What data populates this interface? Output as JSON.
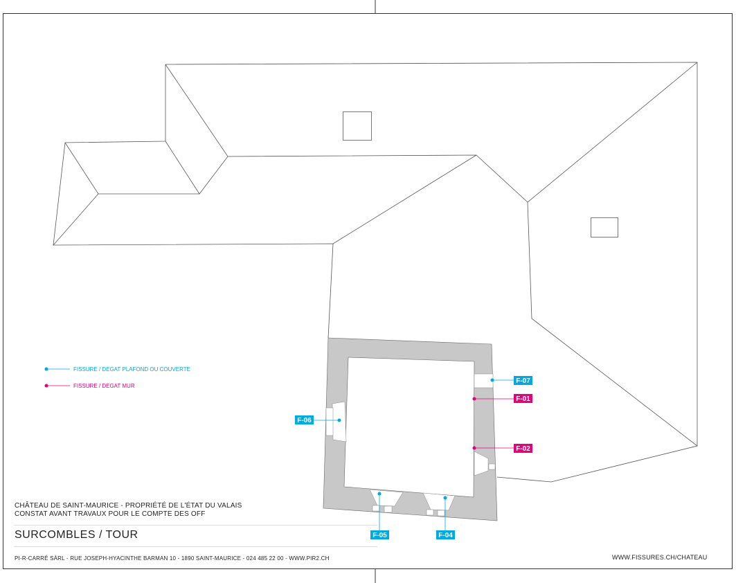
{
  "colors": {
    "ceiling": "#00a9e0",
    "wall": "#e5007e",
    "wall_fill": "#c8c8c8",
    "line": "#555555"
  },
  "legend": [
    {
      "label": "FISSURE / DEGAT PLAFOND OU COUVERTE",
      "kind": "ceiling"
    },
    {
      "label": "FISSURE / DEGAT MUR",
      "kind": "wall"
    }
  ],
  "markers": [
    {
      "id": "F-01",
      "kind": "wall"
    },
    {
      "id": "F-02",
      "kind": "wall"
    },
    {
      "id": "F-04",
      "kind": "ceiling"
    },
    {
      "id": "F-05",
      "kind": "ceiling"
    },
    {
      "id": "F-06",
      "kind": "ceiling"
    },
    {
      "id": "F-07",
      "kind": "ceiling"
    }
  ],
  "info": {
    "line1": "CHÂTEAU DE SAINT-MAURICE - PROPRIÉTÉ DE L'ÉTAT DU VALAIS",
    "line2": "CONSTAT AVANT TRAVAUX POUR LE COMPTE DES OFF",
    "title": "SURCOMBLES / TOUR",
    "company": "PI-R-CARRÉ SÀRL - RUE JOSEPH-HYACINTHE BARMAN 10 - 1890 SAINT-MAURICE - 024 485 22 00 - WWW.PIR2.CH",
    "website": "WWW.FISSURES.CH/CHATEAU"
  }
}
